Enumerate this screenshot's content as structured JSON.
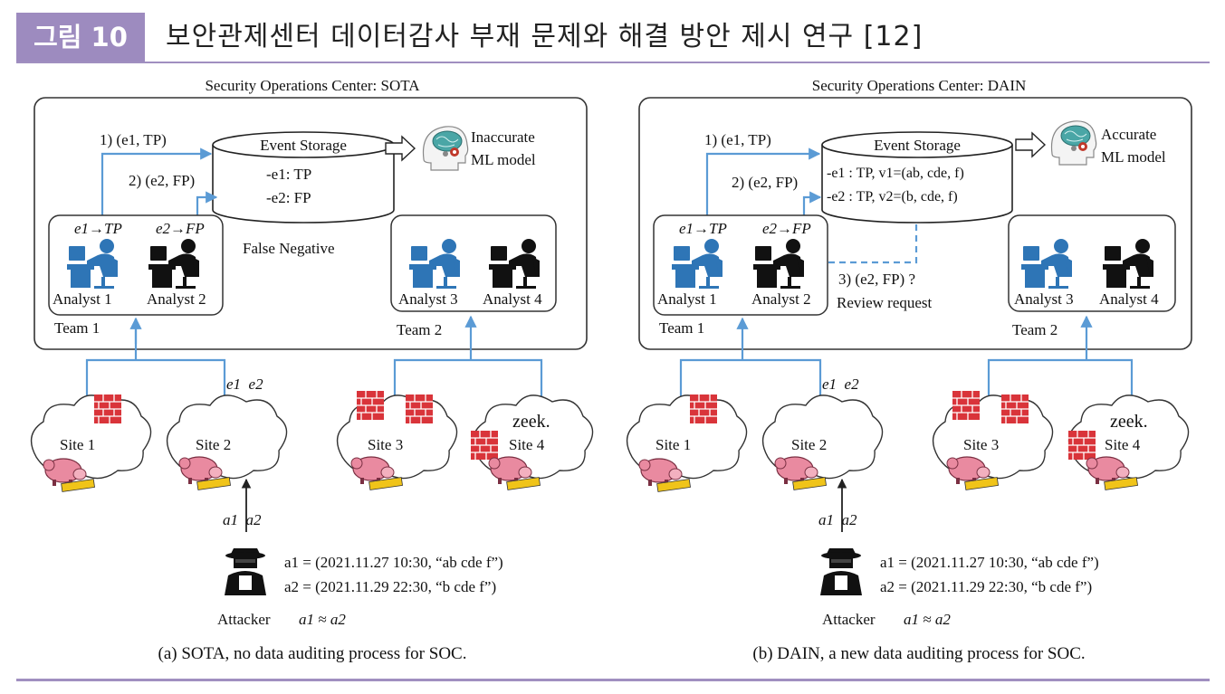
{
  "figure": {
    "badge": "그림 10",
    "title": "보안관제센터 데이터감사 부재 문제와 해결 방안 제시 연구 [12]"
  },
  "panels": [
    {
      "soc_title": "Security Operations Center: SOTA",
      "step1": "1) (e1, TP)",
      "step2": "2) (e2, FP)",
      "storage_title": "Event Storage",
      "storage_row1": "-e1: TP",
      "storage_row2": "-e2: FP",
      "model_label_1": "Inaccurate",
      "model_label_2": "ML model",
      "false_negative": "False Negative",
      "e1_tp": "e1→TP",
      "e2_fp": "e2→FP",
      "analyst1": "Analyst 1",
      "analyst2": "Analyst 2",
      "analyst3": "Analyst 3",
      "analyst4": "Analyst 4",
      "team1": "Team 1",
      "team2": "Team 2",
      "e1e2": "e1  e2",
      "site1": "Site 1",
      "site2": "Site 2",
      "site3": "Site 3",
      "site4": "Site 4",
      "zeek": "zeek.",
      "a1a2": "a1  a2",
      "a1_def": "a1 = (2021.11.27 10:30, “ab cde f”)",
      "a2_def": "a2 = (2021.11.29 22:30, “b cde f”)",
      "attacker": "Attacker",
      "approx": "a1 ≈ a2",
      "caption": "(a) SOTA, no data auditing process for SOC."
    },
    {
      "soc_title": "Security Operations Center: DAIN",
      "step1": "1) (e1, TP)",
      "step2": "2) (e2, FP)",
      "storage_title": "Event Storage",
      "storage_row1": "-e1 : TP, v1=(ab, cde, f)",
      "storage_row2": "-e2 : TP, v2=(b, cde, f)",
      "model_label_1": "Accurate",
      "model_label_2": "ML model",
      "review_1": "3) (e2, FP) ?",
      "review_2": "Review request",
      "e1_tp": "e1→TP",
      "e2_fp": "e2→FP",
      "analyst1": "Analyst 1",
      "analyst2": "Analyst 2",
      "analyst3": "Analyst 3",
      "analyst4": "Analyst 4",
      "team1": "Team 1",
      "team2": "Team 2",
      "e1e2": "e1  e2",
      "site1": "Site 1",
      "site2": "Site 2",
      "site3": "Site 3",
      "site4": "Site 4",
      "zeek": "zeek.",
      "a1a2": "a1  a2",
      "a1_def": "a1 = (2021.11.27 10:30, “ab cde f”)",
      "a2_def": "a2 = (2021.11.29 22:30, “b cde f”)",
      "attacker": "Attacker",
      "approx": "a1 ≈ a2",
      "caption": "(b) DAIN, a new data auditing process for SOC."
    }
  ],
  "colors": {
    "accent": "#9d8bbf",
    "arrow": "#5b9bd5",
    "analyst_blue": "#2e75b6",
    "firewall": "#d9343a",
    "snort_pig": "#e98aa0"
  }
}
